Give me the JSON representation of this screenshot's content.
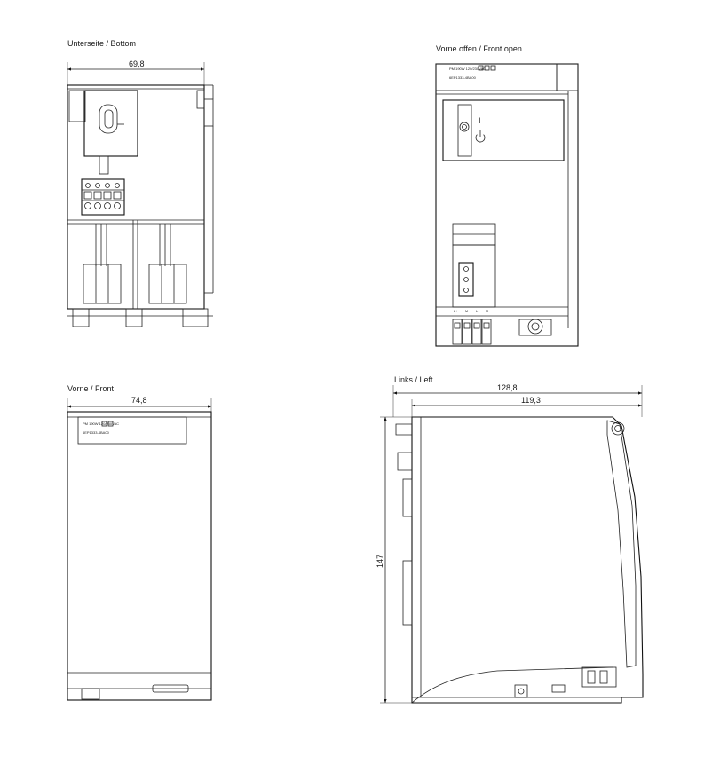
{
  "views": {
    "bottom": {
      "title": "Unterseite / Bottom",
      "width_dim": "69,8"
    },
    "front_open": {
      "title": "Vorne offen / Front open",
      "label_line1": "PM 190W 120/230VAC",
      "label_line2": "6EP1333-4BA00",
      "switch_on": "I",
      "terminal_labels": [
        "L+",
        "M",
        "L+",
        "M"
      ]
    },
    "front": {
      "title": "Vorne / Front",
      "width_dim": "74,8",
      "label_line1": "PM 190W 120/230VAC",
      "label_line2": "6EP1333-4BA00"
    },
    "left": {
      "title": "Links / Left",
      "depth_dim_outer": "128,8",
      "depth_dim_inner": "119,3",
      "height_dim": "147"
    }
  }
}
